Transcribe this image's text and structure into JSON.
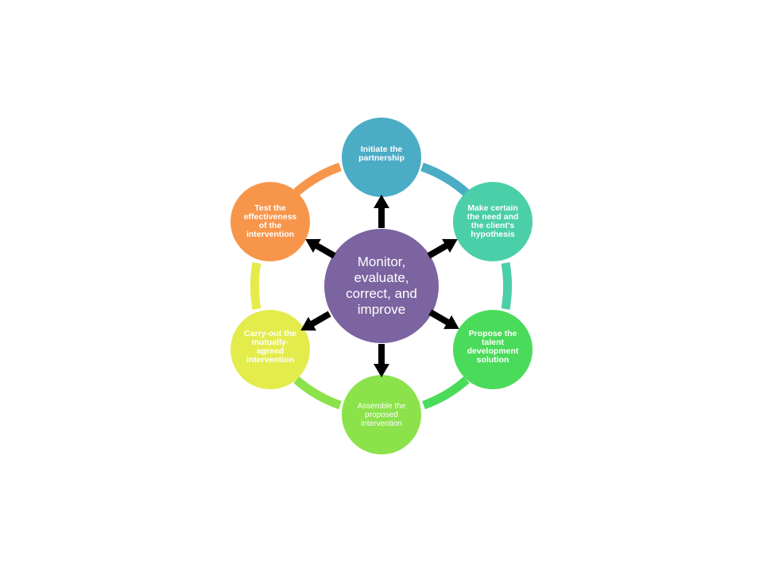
{
  "center": {
    "label": "Monitor, evaluate, correct, and improve",
    "color": "#7b64a0"
  },
  "nodes": [
    {
      "id": "initiate",
      "label": "Initiate the partnership",
      "color": "#4bacc6"
    },
    {
      "id": "make-certain",
      "label": "Make certain the need and the client's hypothesis",
      "color": "#4bcfa8"
    },
    {
      "id": "propose",
      "label": "Propose the talent development solution",
      "color": "#4bdb5a"
    },
    {
      "id": "assemble",
      "label": "Assemble the proposed intervention",
      "color": "#8be24b"
    },
    {
      "id": "carry-out",
      "label": "Carry-out the mutually-agreed intervention",
      "color": "#e3ec4b"
    },
    {
      "id": "test",
      "label": "Test the effectiveness of the intervention",
      "color": "#f7964b"
    }
  ]
}
